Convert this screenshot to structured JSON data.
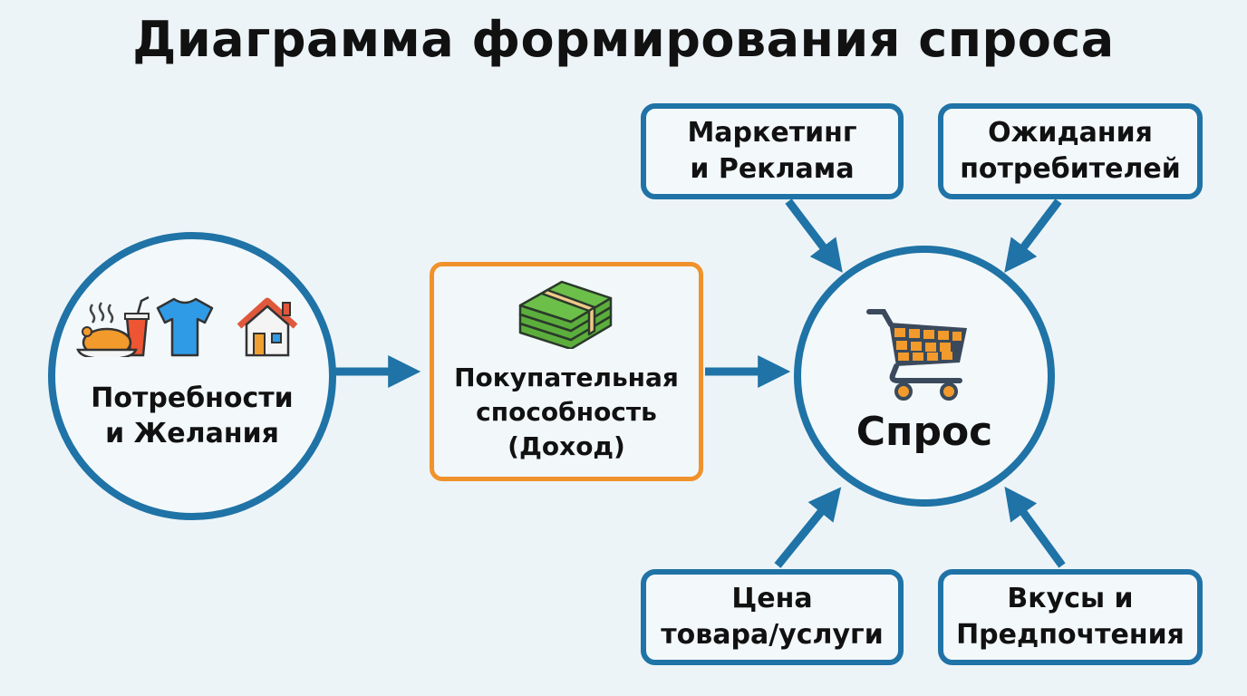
{
  "title": "Диаграмма формирования спроса",
  "nodes": {
    "needs": {
      "line1": "Потребности",
      "line2": "и Желания"
    },
    "income": {
      "line1": "Покупательная",
      "line2": "способность",
      "line3": "(Доход)"
    },
    "demand": {
      "label": "Спрос"
    },
    "marketing": {
      "line1": "Маркетинг",
      "line2": "и Реклама"
    },
    "expectations": {
      "line1": "Ожидания",
      "line2": "потребителей"
    },
    "price": {
      "line1": "Цена",
      "line2": "товара/услуги"
    },
    "tastes": {
      "line1": "Вкусы и",
      "line2": "Предпочтения"
    }
  },
  "colors": {
    "blue": "#1f73a6",
    "orange": "#f0922b",
    "background": "#edf4f8"
  }
}
